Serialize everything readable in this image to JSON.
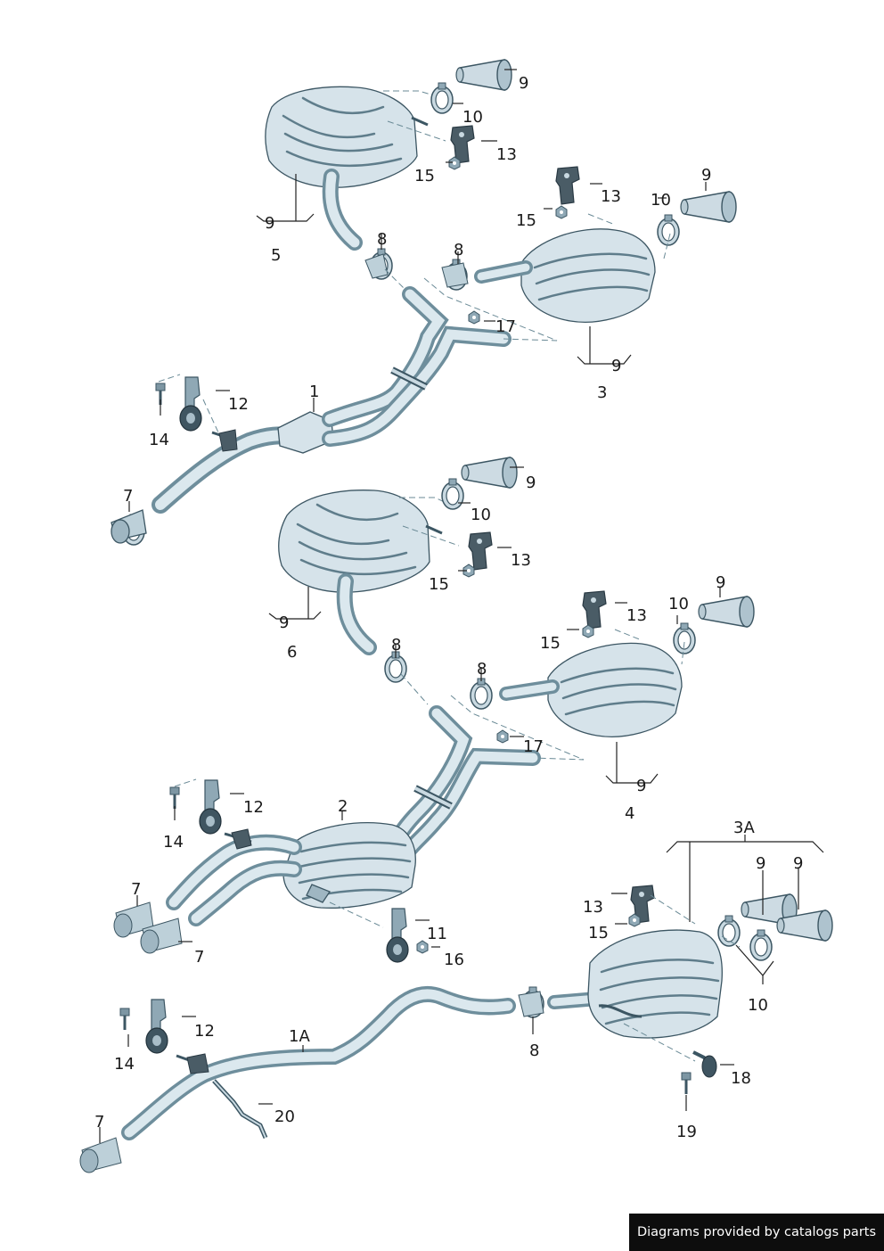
{
  "labels": {
    "l1": "1",
    "l1A": "1A",
    "l2": "2",
    "l3": "3",
    "l3A": "3A",
    "l4": "4",
    "l5": "5",
    "l6": "6",
    "l7": "7",
    "l8": "8",
    "l9": "9",
    "l10": "10",
    "l11": "11",
    "l12": "12",
    "l13": "13",
    "l14": "14",
    "l15": "15",
    "l16": "16",
    "l17": "17",
    "l18": "18",
    "l19": "19",
    "l20": "20"
  },
  "footer": {
    "credit": "Diagrams provided by catalogs parts"
  }
}
